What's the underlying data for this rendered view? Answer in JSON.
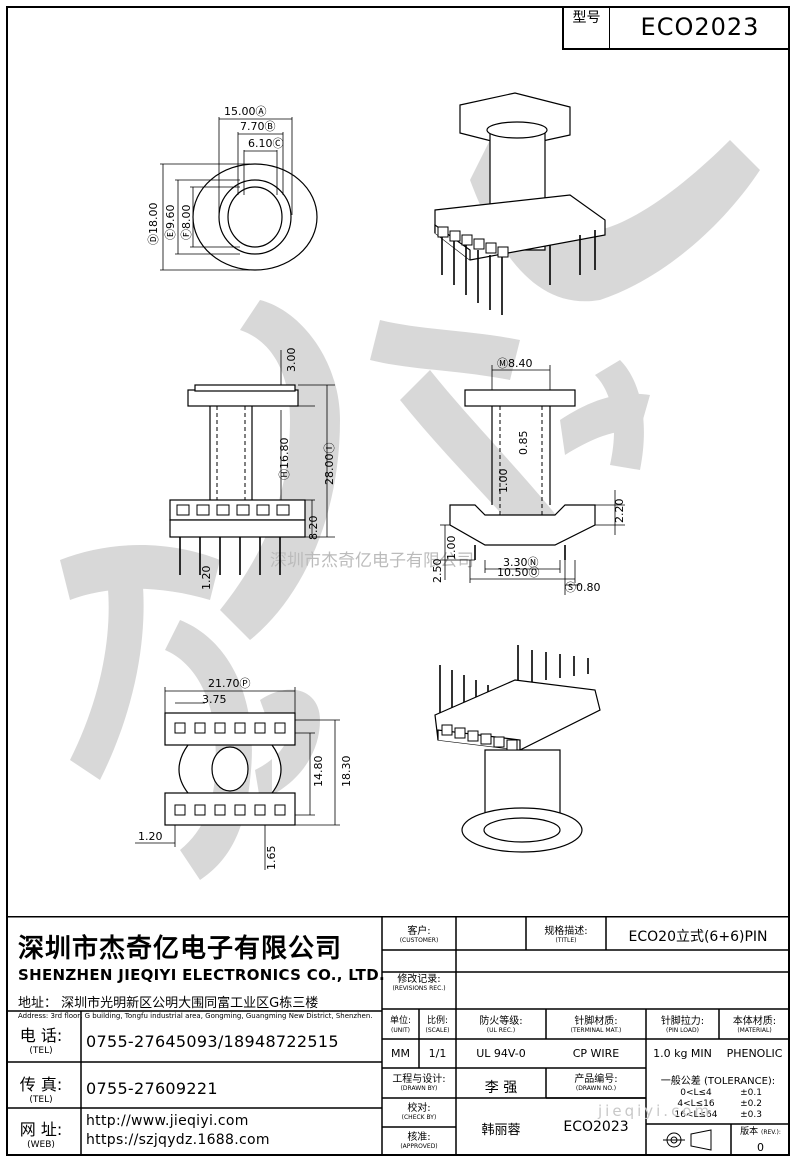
{
  "model": {
    "label": "型号",
    "value": "ECO2023"
  },
  "watermark": {
    "text": "深圳市杰奇亿电子有限公司",
    "site": "jieqiyi.com"
  },
  "dims": {
    "top": {
      "d15": "15.00Ⓐ",
      "d770": "7.70Ⓑ",
      "d610": "6.10Ⓒ",
      "d18": "Ⓓ18.00",
      "d960": "Ⓔ9.60",
      "d800": "Ⓕ8.00"
    },
    "front": {
      "d300": "3.00",
      "d1680": "Ⓗ16.80",
      "d2800": "28.00Ⓘ",
      "d820": "8.20",
      "d120": "1.20"
    },
    "side": {
      "d840": "Ⓜ8.40",
      "d085": "0.85",
      "d100": "1.00",
      "d220": "2.20",
      "d100b": "1.00",
      "d250": "2.50",
      "d330": "3.30Ⓝ",
      "d1050": "10.50Ⓞ",
      "d080": "Ⓢ0.80"
    },
    "bottom": {
      "d2170": "21.70Ⓟ",
      "d375": "3.75",
      "d1480": "14.80",
      "d1830": "18.30",
      "d120": "1.20",
      "d165": "1.65"
    }
  },
  "company": {
    "name_cn": "深圳市杰奇亿电子有限公司",
    "name_en": "SHENZHEN JIEQIYI ELECTRONICS CO., LTD.",
    "address_cn": "地址： 深圳市光明新区公明大围同富工业区G栋三楼",
    "address_en": "Address: 3rd floor, G building, Tongfu industrial area, Gongming, Guangming New District, Shenzhen."
  },
  "contact": {
    "tel_label": "电 话:",
    "tel_label_en": "(TEL)",
    "tel_value": "0755-27645093/18948722515",
    "fax_label": "传 真:",
    "fax_label_en": "(TEL)",
    "fax_value": "0755-27609221",
    "web_label": "网 址:",
    "web_label_en": "(WEB)",
    "web_value1": "http://www.jieqiyi.com",
    "web_value2": "https://szjqydz.1688.com"
  },
  "titleblock": {
    "customer_label": "客户:",
    "customer_label_en": "(CUSTOMER)",
    "customer_value": "",
    "title_label": "规格描述:",
    "title_label_en": "(TITLE)",
    "title_value": "ECO20立式(6+6)PIN",
    "rev_label": "修改记录:",
    "rev_label_en": "(REVISIONS REC.)",
    "unit_label": "单位:",
    "unit_label_en": "(UNIT)",
    "unit_value": "MM",
    "scale_label": "比例:",
    "scale_label_en": "(SCALE)",
    "scale_value": "1/1",
    "ul_label": "防火等级:",
    "ul_label_en": "(UL REC.)",
    "ul_value": "UL 94V-0",
    "terminal_label": "针脚材质:",
    "terminal_label_en": "(TERMINAL MAT.)",
    "terminal_value": "CP WIRE",
    "load_label": "针脚拉力:",
    "load_label_en": "(PIN LOAD)",
    "load_value": "1.0 kg MIN",
    "material_label": "本体材质:",
    "material_label_en": "(MATERIAL)",
    "material_value": "PHENOLIC",
    "drawn_label": "工程与设计:",
    "drawn_label_en": "(DRAWN BY)",
    "drawn_value": "李 强",
    "drawnno_label": "产品编号:",
    "drawnno_label_en": "(DRAWN NO.)",
    "drawnno_value": "ECO2023",
    "check_label": "校对:",
    "check_label_en": "(CHECK BY)",
    "check_value": "韩丽蓉",
    "approved_label": "核准:",
    "approved_label_en": "(APPROVED)",
    "tolerance_label": "一般公差 (TOLERANCE):",
    "tol1_range": "0<L≤4",
    "tol1_value": "±0.1",
    "tol2_range": "4<L≤16",
    "tol2_value": "±0.2",
    "tol3_range": "16<L≤64",
    "tol3_value": "±0.3",
    "version_label": "版本",
    "version_label_en": "(REV.):",
    "version_value": "0"
  }
}
